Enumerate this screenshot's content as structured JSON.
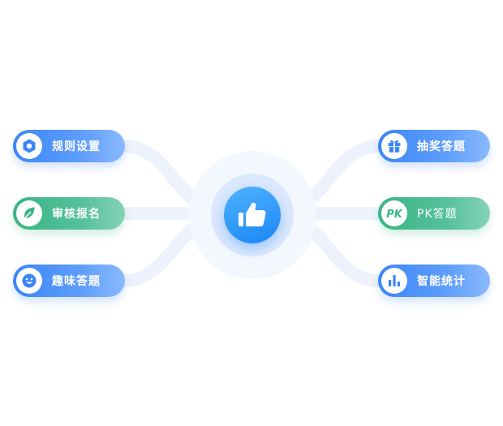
{
  "hub": {
    "icon": "thumbs-up-icon"
  },
  "left_items": [
    {
      "label": "规则设置",
      "icon": "hexagon-nut-icon",
      "color": "#3b86f6"
    },
    {
      "label": "审核报名",
      "icon": "leaf-icon",
      "color": "#3bb586"
    },
    {
      "label": "趣味答题",
      "icon": "smiley-icon",
      "color": "#3b86f6"
    }
  ],
  "right_items": [
    {
      "label": "抽奖答题",
      "icon": "gift-icon",
      "color": "#3b86f6"
    },
    {
      "label": "PK答题",
      "icon": "pk-icon",
      "icon_text": "PK",
      "color": "#3bb586"
    },
    {
      "label": "智能统计",
      "icon": "bar-chart-icon",
      "color": "#3b86f6"
    }
  ],
  "colors": {
    "blue": "#3b86f6",
    "green": "#3bb586",
    "hub": "#1b86f5",
    "connector": "#e9f0fc"
  }
}
